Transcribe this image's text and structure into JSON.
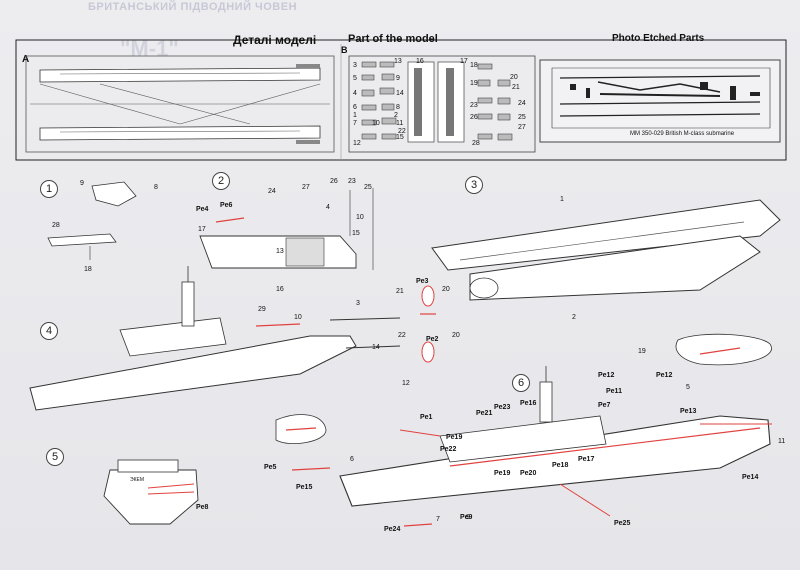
{
  "header": {
    "ghost_title": "БРИТАНСЬКИЙ ПІДВОДНИЙ ЧОВЕН",
    "ghost_model": "\"M-1\"",
    "title_ua": "Деталі моделі",
    "title_en": "Part of the model",
    "title_pe": "Photo Etched Parts",
    "sprue_a": "A",
    "sprue_b": "B"
  },
  "pe_fret": {
    "caption": "MM 350-029 British M-class submarine"
  },
  "sprue_b_numbers": [
    "3",
    "13",
    "16",
    "17",
    "18",
    "5",
    "9",
    "4",
    "20",
    "6",
    "8",
    "19",
    "14",
    "21",
    "7",
    "11",
    "22",
    "24",
    "10",
    "15",
    "23",
    "25",
    "26",
    "27",
    "1",
    "2",
    "12",
    "28"
  ],
  "steps": [
    "1",
    "2",
    "3",
    "4",
    "5",
    "6"
  ],
  "step1": {
    "parts": [
      "9",
      "8",
      "28",
      "18"
    ]
  },
  "step2": {
    "parts": [
      "24",
      "27",
      "26",
      "23",
      "25",
      "4",
      "10",
      "15",
      "17",
      "13",
      "16"
    ],
    "pe": [
      "Pe4",
      "Pe6"
    ]
  },
  "step3": {
    "parts": [
      "1",
      "2"
    ]
  },
  "step4": {
    "parts": [
      "29",
      "10",
      "3",
      "21",
      "20",
      "22",
      "20",
      "14",
      "12"
    ],
    "pe": [
      "Pe3",
      "Pe2"
    ]
  },
  "step5": {
    "pe": [
      "Pe8"
    ],
    "hull_marking": "ЭКЕМ"
  },
  "step6": {
    "parts": [
      "19",
      "5",
      "11",
      "6",
      "7",
      "9"
    ],
    "pe": [
      "Pe1",
      "Pe12",
      "Pe12",
      "Pe11",
      "Pe7",
      "Pe13",
      "Pe21",
      "Pe23",
      "Pe16",
      "Pe19",
      "Pe22",
      "Pe18",
      "Pe17",
      "Pe20",
      "Pe19",
      "Pe14",
      "Pe5",
      "Pe15",
      "Pe24",
      "Pe9",
      "Pe25"
    ]
  },
  "colors": {
    "red": "#e0423f",
    "ink": "#222222",
    "hull_fill": "#ffffff"
  }
}
